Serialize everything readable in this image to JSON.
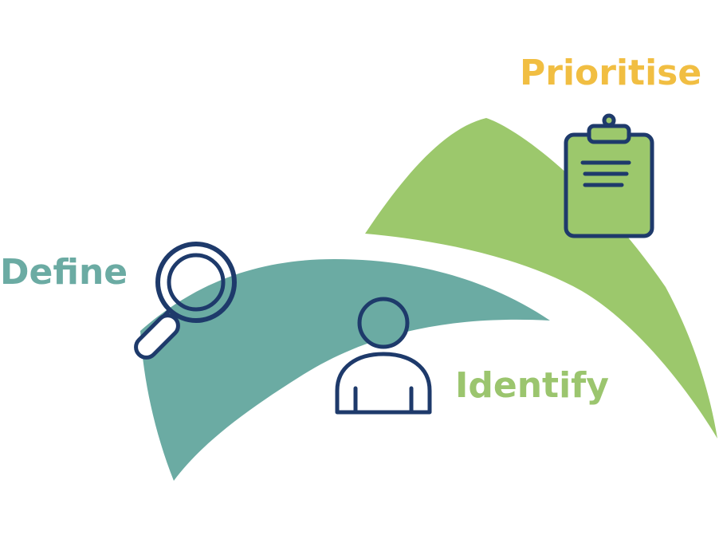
{
  "labels": {
    "prioritise": "Prioritise",
    "define": "Define",
    "identify": "Identify"
  },
  "colors": {
    "prioritise_text": "#F1BE42",
    "define_text": "#6BABA3",
    "identify_text": "#9BC56E",
    "green_shape": "#9CC86C",
    "teal_shape": "#6BABA3",
    "icon_stroke": "#1E3A6B"
  },
  "icons": {
    "prioritise": "clipboard-icon",
    "define": "magnifying-glass-icon",
    "identify": "person-icon"
  }
}
